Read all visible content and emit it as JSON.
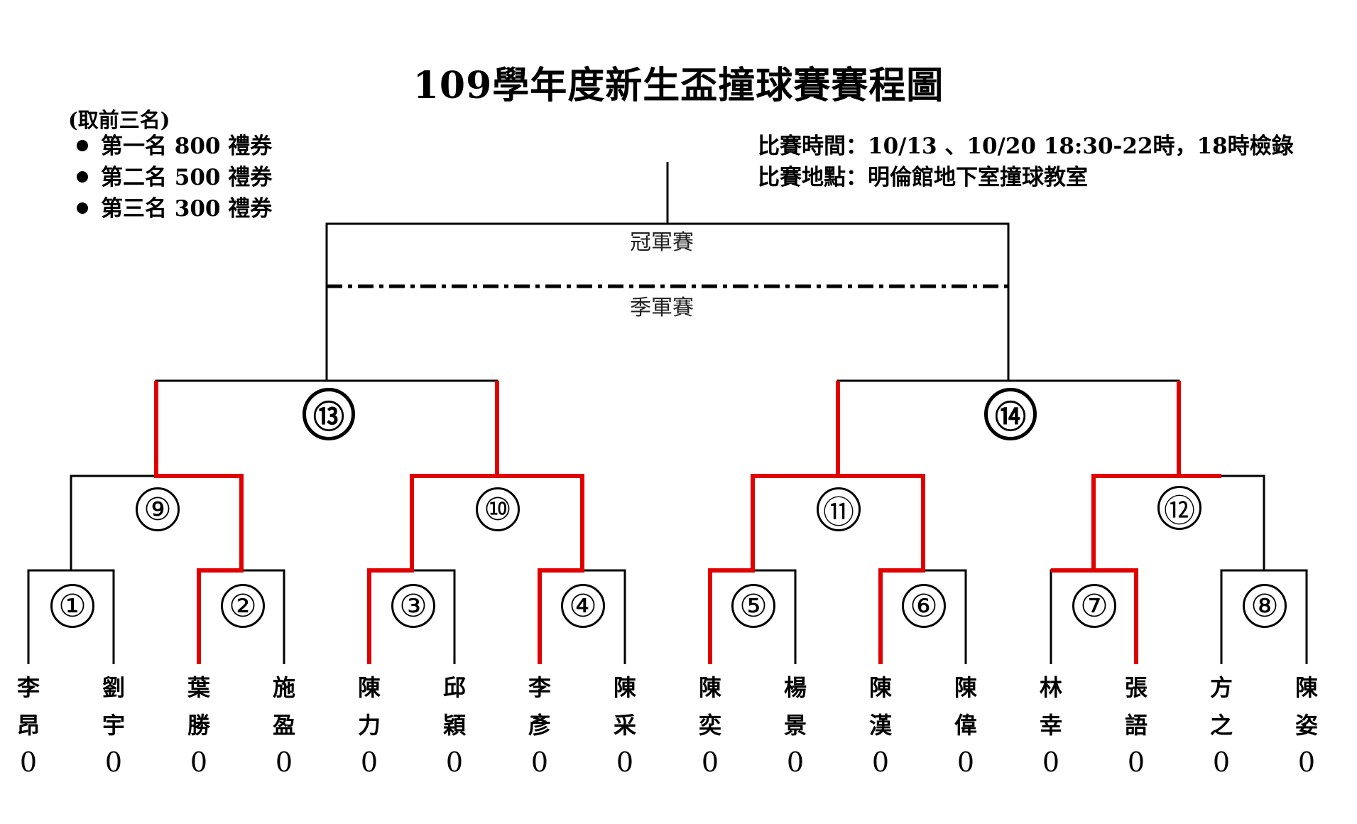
{
  "title": "109學年度新生盃撞球賽賽程圖",
  "prize_note": "(取前三名)",
  "prizes": [
    "第一名 800 禮券",
    "第二名 500 禮券",
    "第三名 300 禮券"
  ],
  "info": {
    "time": "比賽時間：10/13 、10/20 18:30-22時，18時檢錄",
    "place": "比賽地點：明倫館地下室撞球教室"
  },
  "rounds": {
    "final": "冠軍賽",
    "third_place": "季軍賽"
  },
  "matches": [
    "①",
    "②",
    "③",
    "④",
    "⑤",
    "⑥",
    "⑦",
    "⑧",
    "⑨",
    "⑩",
    "⑪",
    "⑫",
    "⑬",
    "⑭"
  ],
  "players": [
    {
      "name": "李昂",
      "score": "0"
    },
    {
      "name": "劉宇",
      "score": "0"
    },
    {
      "name": "葉勝",
      "score": "0"
    },
    {
      "name": "施盈",
      "score": "0"
    },
    {
      "name": "陳力",
      "score": "0"
    },
    {
      "name": "邱穎",
      "score": "0"
    },
    {
      "name": "李彥",
      "score": "0"
    },
    {
      "name": "陳采",
      "score": "0"
    },
    {
      "name": "陳奕",
      "score": "0"
    },
    {
      "name": "楊景",
      "score": "0"
    },
    {
      "name": "陳漢",
      "score": "0"
    },
    {
      "name": "陳偉",
      "score": "0"
    },
    {
      "name": "林幸",
      "score": "0"
    },
    {
      "name": "張語",
      "score": "0"
    },
    {
      "name": "方之",
      "score": "0"
    },
    {
      "name": "陳姿",
      "score": "0"
    }
  ],
  "colors": {
    "line": "#000000",
    "advance": "#e00000"
  }
}
